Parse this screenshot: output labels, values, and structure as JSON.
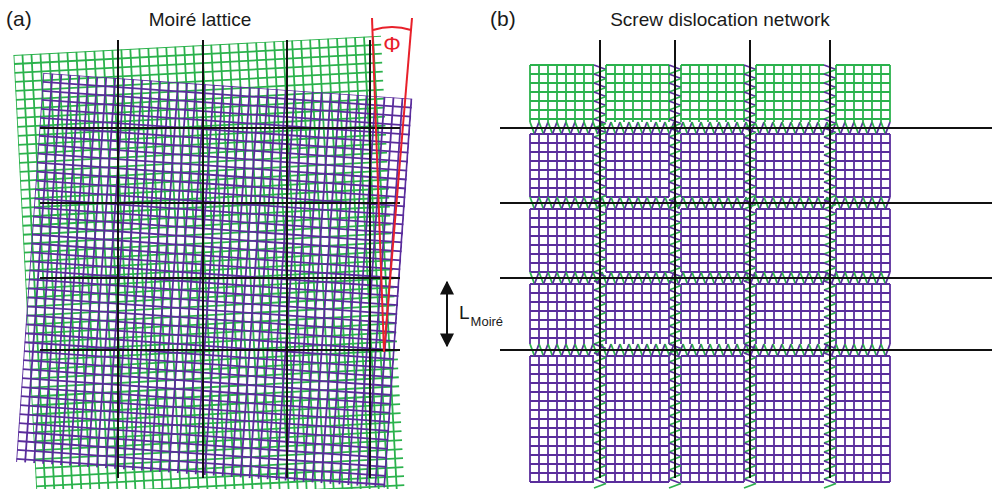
{
  "diagram": {
    "labels": [
      "(a)",
      "Moiré lattice",
      "Φ",
      "(b)",
      "Screw dislocation network",
      "L",
      "Moiré"
    ]
  }
}
